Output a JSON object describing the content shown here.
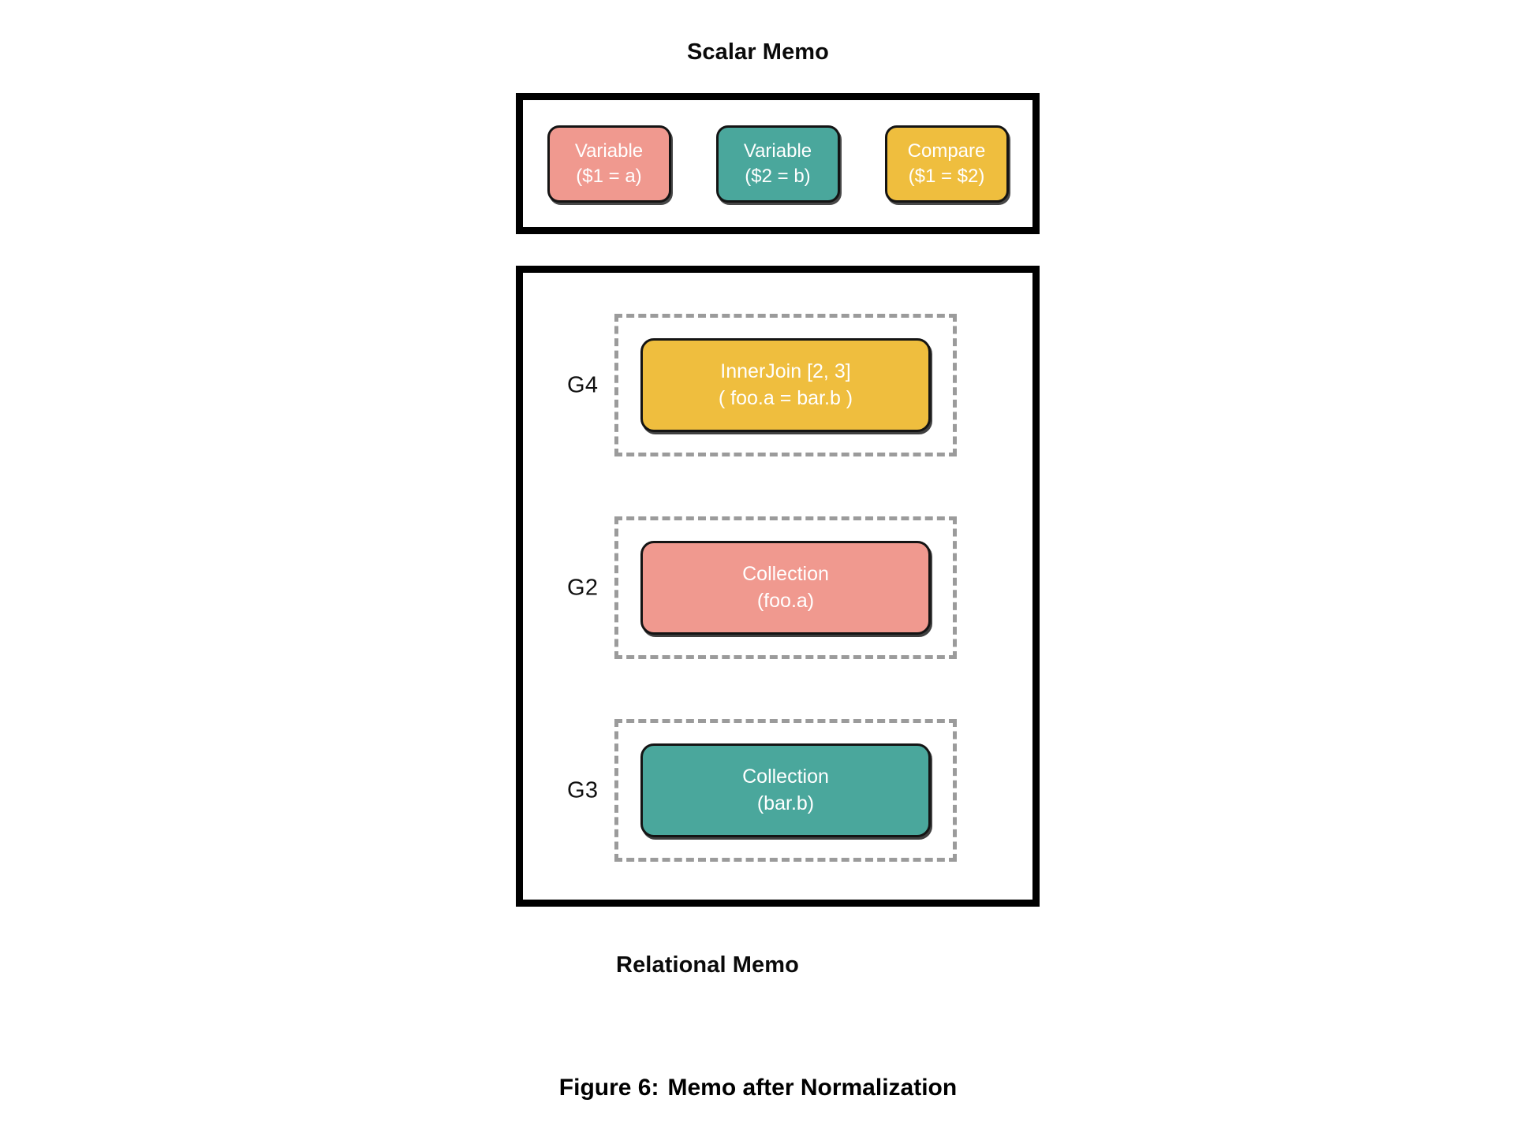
{
  "figure": {
    "number_label": "Figure 6:",
    "caption_text": "Memo after Normalization"
  },
  "scalar_memo": {
    "title": "Scalar Memo",
    "nodes": [
      {
        "name": "variable-a",
        "line1": "Variable",
        "line2": "($1 = a)",
        "color": "#F0998F"
      },
      {
        "name": "variable-b",
        "line1": "Variable",
        "line2": "($2 = b)",
        "color": "#4AA79C"
      },
      {
        "name": "compare",
        "line1": "Compare",
        "line2": "($1 = $2)",
        "color": "#EFBE3E"
      }
    ]
  },
  "relational_memo": {
    "title": "Relational Memo",
    "groups": [
      {
        "id": "G4",
        "node_name": "innerjoin-expression",
        "line1": "InnerJoin [2, 3]",
        "line2": "( foo.a = bar.b )",
        "color": "#EFBE3E"
      },
      {
        "id": "G2",
        "node_name": "collection-foo-a",
        "line1": "Collection",
        "line2": "(foo.a)",
        "color": "#F0998F"
      },
      {
        "id": "G3",
        "node_name": "collection-bar-b",
        "line1": "Collection",
        "line2": "(bar.b)",
        "color": "#4AA79C"
      }
    ]
  },
  "palette": {
    "salmon": "#F0998F",
    "teal": "#4AA79C",
    "yellow": "#EFBE3E",
    "border_dark": "#141414",
    "dashed_gray": "#9B9B9B",
    "background": "#FFFFFF"
  }
}
